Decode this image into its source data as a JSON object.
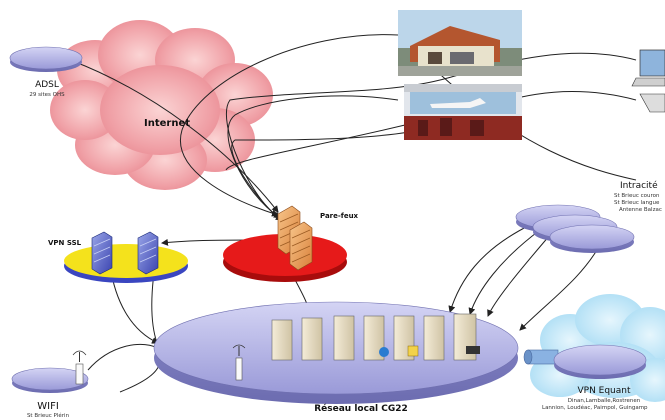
{
  "adsl": {
    "title": "ADSL",
    "subtitle": "29 sites OHS"
  },
  "internet": {
    "title": "Internet"
  },
  "firewall": {
    "title": "Pare-feux"
  },
  "vpn_ssl": {
    "title": "VPN SSL"
  },
  "intracite": {
    "title": "Intracité",
    "lines": [
      "St Brieuc couron",
      "St Brieuc langue",
      "Antenne Balzac"
    ]
  },
  "wifi": {
    "title": "WIFI",
    "subtitle": "St Brieuc Plérin"
  },
  "lan": {
    "title": "Réseau local CG22"
  },
  "vpn_equant": {
    "title": "VPN Equant",
    "lines": [
      "Dinan,Lamballe,Rostrenen",
      "Lannion, Loudéac, Paimpol, Guingamp"
    ]
  },
  "colors": {
    "disk_lavender": "#b9b9e6",
    "firewall_red": "#e01818",
    "vpn_yellow": "#f2e21a",
    "cloud_red": "#f4a0a0",
    "cloud_blue": "#bfe6f8"
  },
  "icons": [
    "photo-building-icon",
    "photo-airport-icon",
    "laptop-icon",
    "server-rack-icon",
    "firewall-icon",
    "antenna-icon",
    "tunnel-pipe-icon"
  ]
}
